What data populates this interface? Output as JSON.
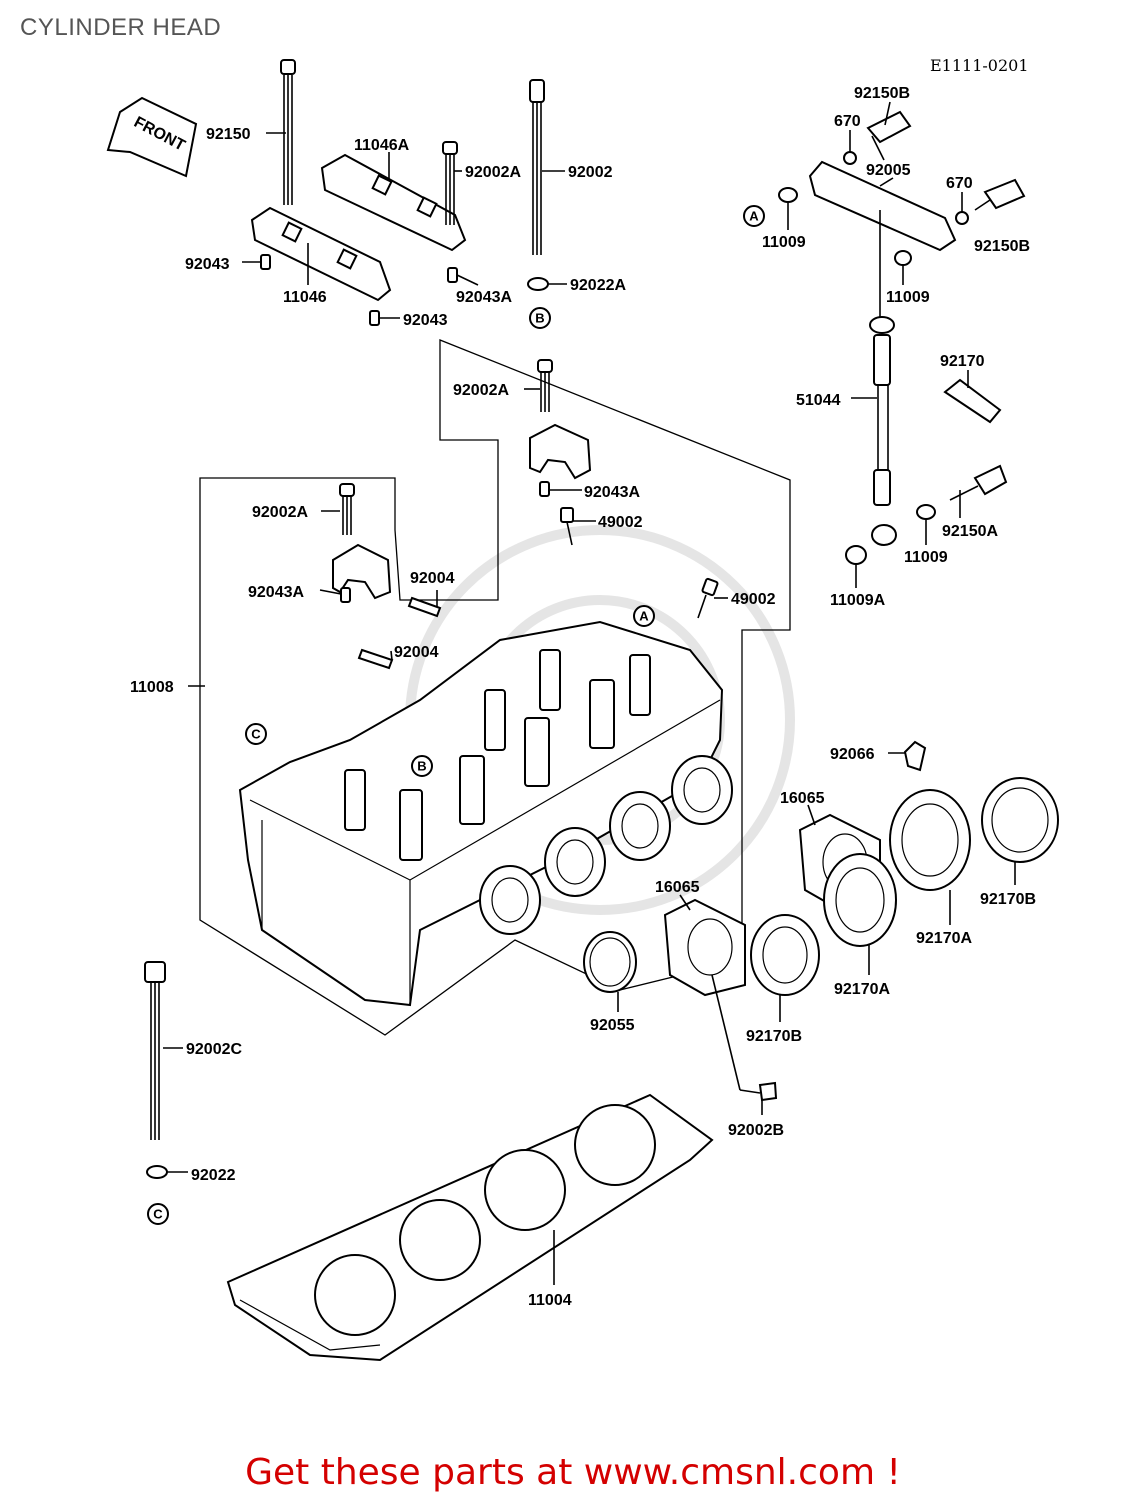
{
  "title": "CYLINDER HEAD",
  "diagram_code": "E1111-0201",
  "promo": "Get these parts at www.cmsnl.com !",
  "front_arrow_text": "FRONT",
  "part_labels": {
    "p92150": "92150",
    "p11046A": "11046A",
    "p92002A_top": "92002A",
    "p92002": "92002",
    "p92043_l": "92043",
    "p11046": "11046",
    "p92043A_top": "92043A",
    "p92022A": "92022A",
    "p92043_b": "92043",
    "p92002A_mid": "92002A",
    "p92043A_mid": "92043A",
    "p49002_mid": "49002",
    "p92002A_left": "92002A",
    "p92004_a": "92004",
    "p92043A_left": "92043A",
    "p92004_b": "92004",
    "p49002_right": "49002",
    "p11008": "11008",
    "p92150B_top": "92150B",
    "p670_a": "670",
    "p92005": "92005",
    "p670_b": "670",
    "p11009_a": "11009",
    "p92150B_r": "92150B",
    "p11009_b": "11009",
    "p92170": "92170",
    "p51044": "51044",
    "p92150A": "92150A",
    "p11009_c": "11009",
    "p11009A": "11009A",
    "p92066": "92066",
    "p16065_a": "16065",
    "p16065_b": "16065",
    "p92170B_r": "92170B",
    "p92170A_a": "92170A",
    "p92170A_b": "92170A",
    "p92170B_b": "92170B",
    "p92055": "92055",
    "p92002B": "92002B",
    "p92002C": "92002C",
    "p92022": "92022",
    "p11004": "11004"
  },
  "ref_marks": {
    "ref_a1": "A",
    "ref_a2": "A",
    "ref_b1": "B",
    "ref_b2": "B",
    "ref_c1": "C",
    "ref_c2": "C"
  }
}
